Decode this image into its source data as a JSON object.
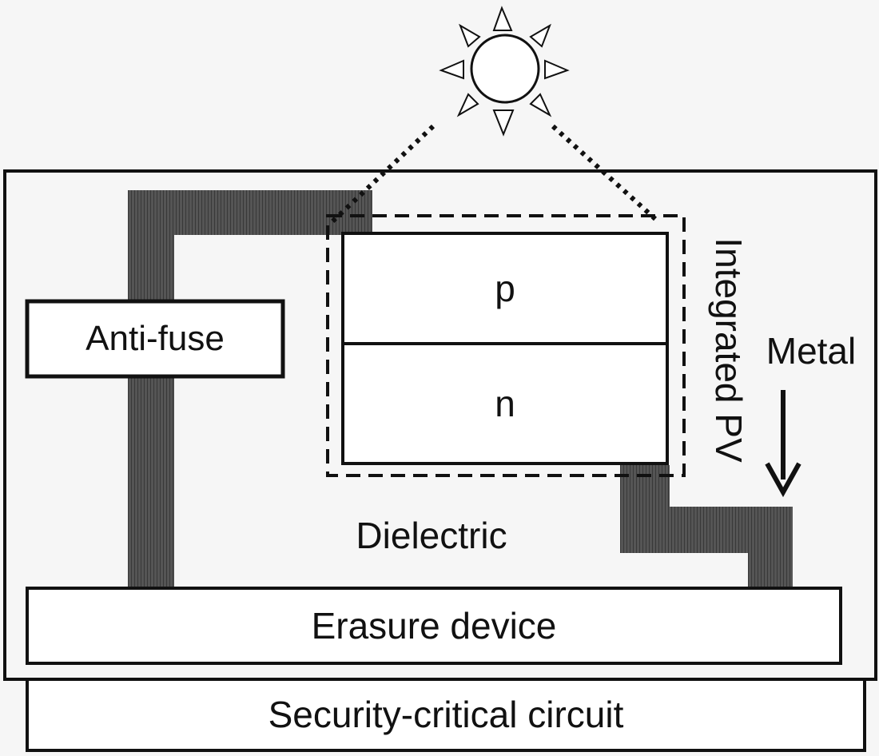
{
  "diagram": {
    "labels": {
      "anti_fuse": "Anti-fuse",
      "p_layer": "p",
      "n_layer": "n",
      "integrated_pv": "Integrated PV",
      "metal": "Metal",
      "dielectric": "Dielectric",
      "erasure_device": "Erasure device",
      "security_critical_circuit": "Security-critical circuit"
    },
    "colors": {
      "metal_fill": "#4a4a4a",
      "stroke": "#111111",
      "box_fill": "#ffffff",
      "background": "#f6f6f6"
    },
    "icons": [
      "sun-icon",
      "arrow-down-icon"
    ]
  }
}
